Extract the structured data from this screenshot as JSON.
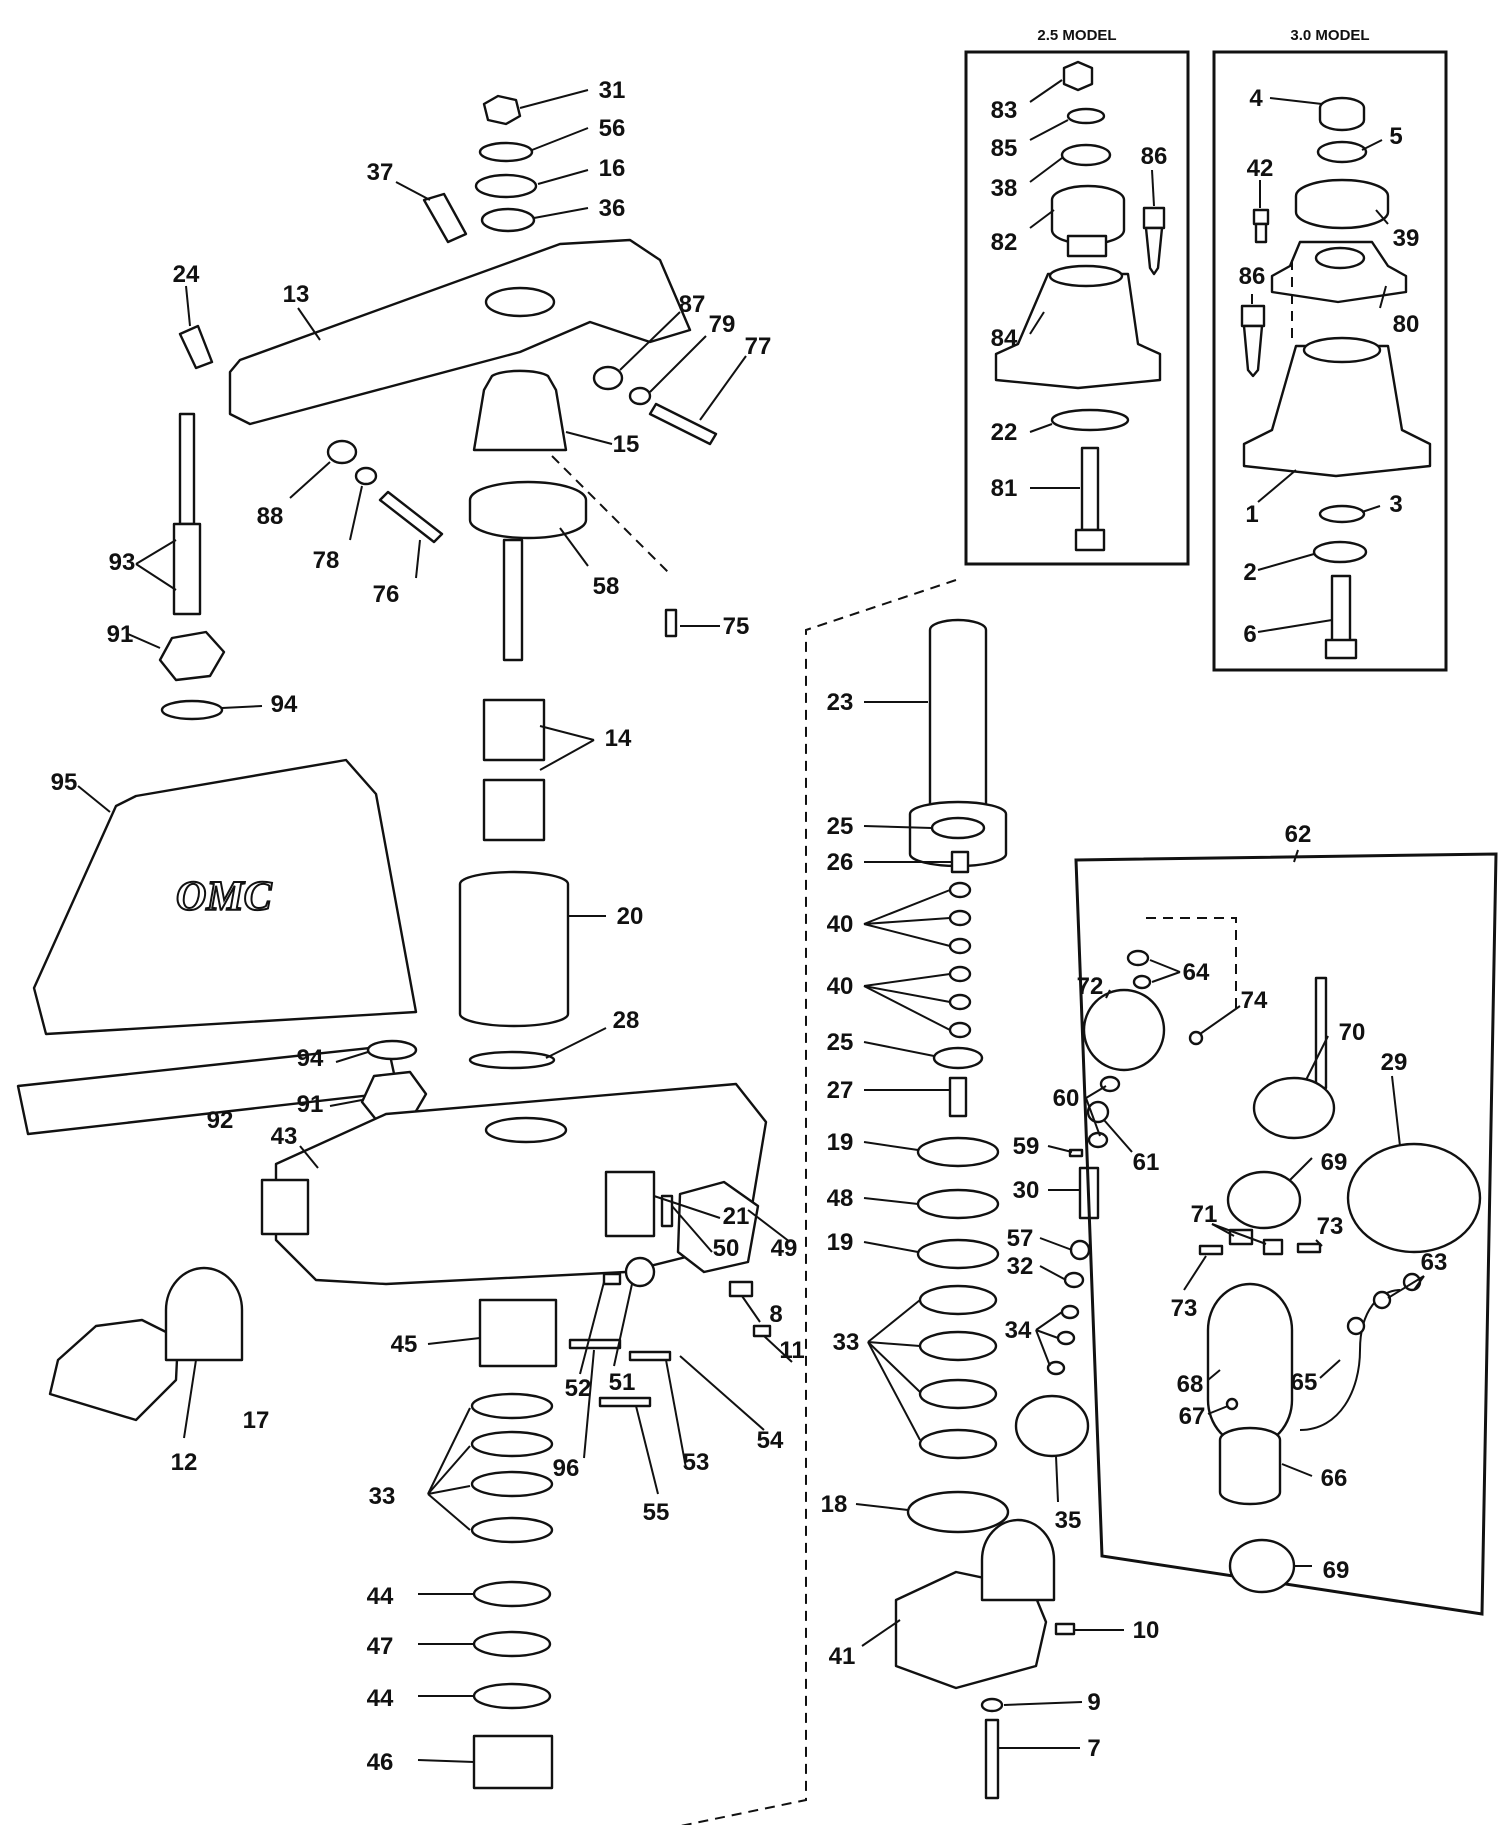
{
  "diagram": {
    "inset_2_5": {
      "title": "2.5 MODEL",
      "callouts": [
        "83",
        "85",
        "38",
        "82",
        "86",
        "84",
        "22",
        "81"
      ]
    },
    "inset_3_0": {
      "title": "3.0 MODEL",
      "callouts": [
        "4",
        "5",
        "42",
        "39",
        "86",
        "80",
        "1",
        "3",
        "2",
        "6"
      ]
    },
    "logo_text": "OMC",
    "callouts": [
      "31",
      "56",
      "16",
      "36",
      "37",
      "24",
      "13",
      "87",
      "79",
      "77",
      "15",
      "88",
      "78",
      "76",
      "58",
      "93",
      "91",
      "94",
      "95",
      "75",
      "14",
      "20",
      "28",
      "92",
      "43",
      "21",
      "50",
      "49",
      "45",
      "12",
      "17",
      "52",
      "51",
      "8",
      "11",
      "54",
      "96",
      "53",
      "55",
      "33",
      "44",
      "47",
      "46",
      "23",
      "25",
      "26",
      "40",
      "27",
      "19",
      "48",
      "18",
      "41",
      "10",
      "9",
      "7",
      "62",
      "72",
      "64",
      "74",
      "70",
      "29",
      "60",
      "61",
      "59",
      "30",
      "57",
      "32",
      "34",
      "35",
      "69",
      "71",
      "73",
      "63",
      "68",
      "65",
      "67",
      "66"
    ]
  }
}
